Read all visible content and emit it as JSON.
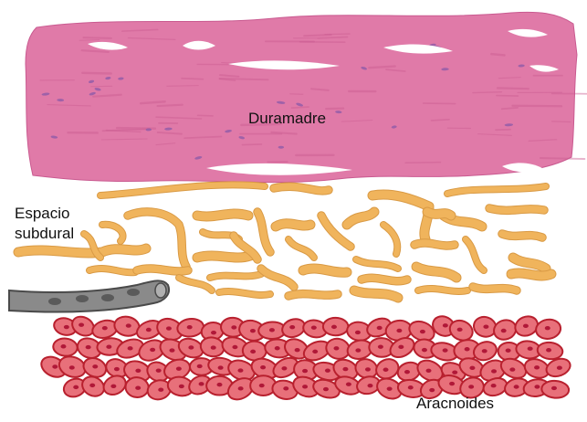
{
  "labels": {
    "dura": "Duramadre",
    "subdural_line1": "Espacio",
    "subdural_line2": "subdural",
    "arachnoid": "Aracnoides"
  },
  "colors": {
    "dura_fill": "#e07aa8",
    "dura_streak": "#c95a90",
    "dura_nucleus": "#8a5aa8",
    "fiber_fill": "#f0b45c",
    "fiber_edge": "#d99a45",
    "cell_fill": "#e8707a",
    "cell_edge": "#b8202e",
    "cell_nucleus": "#b01838",
    "vessel_fill": "#8a8a8a",
    "vessel_edge": "#4a4a4a"
  }
}
